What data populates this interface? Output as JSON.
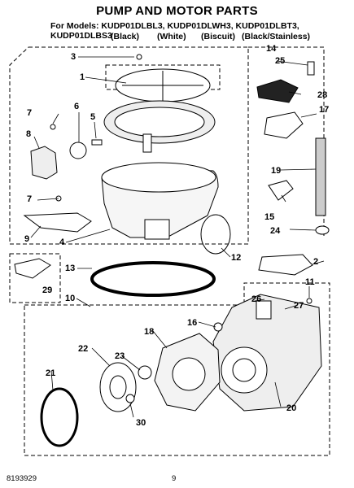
{
  "header": {
    "title": "PUMP AND MOTOR PARTS",
    "models": "For Models: KUDP01DLBL3, KUDP01DLWH3, KUDP01DLBT3, KUDP01DLBS3",
    "colors": [
      "(Black)",
      "(White)",
      "(Biscuit)",
      "(Black/Stainless)"
    ]
  },
  "callouts": [
    "1",
    "2",
    "3",
    "4",
    "5",
    "6",
    "7",
    "7",
    "8",
    "9",
    "10",
    "11",
    "12",
    "13",
    "14",
    "15",
    "16",
    "17",
    "18",
    "19",
    "20",
    "21",
    "22",
    "23",
    "24",
    "25",
    "26",
    "27",
    "28",
    "29",
    "30"
  ],
  "footer": {
    "doc_number": "8193929",
    "page_number": "9"
  }
}
